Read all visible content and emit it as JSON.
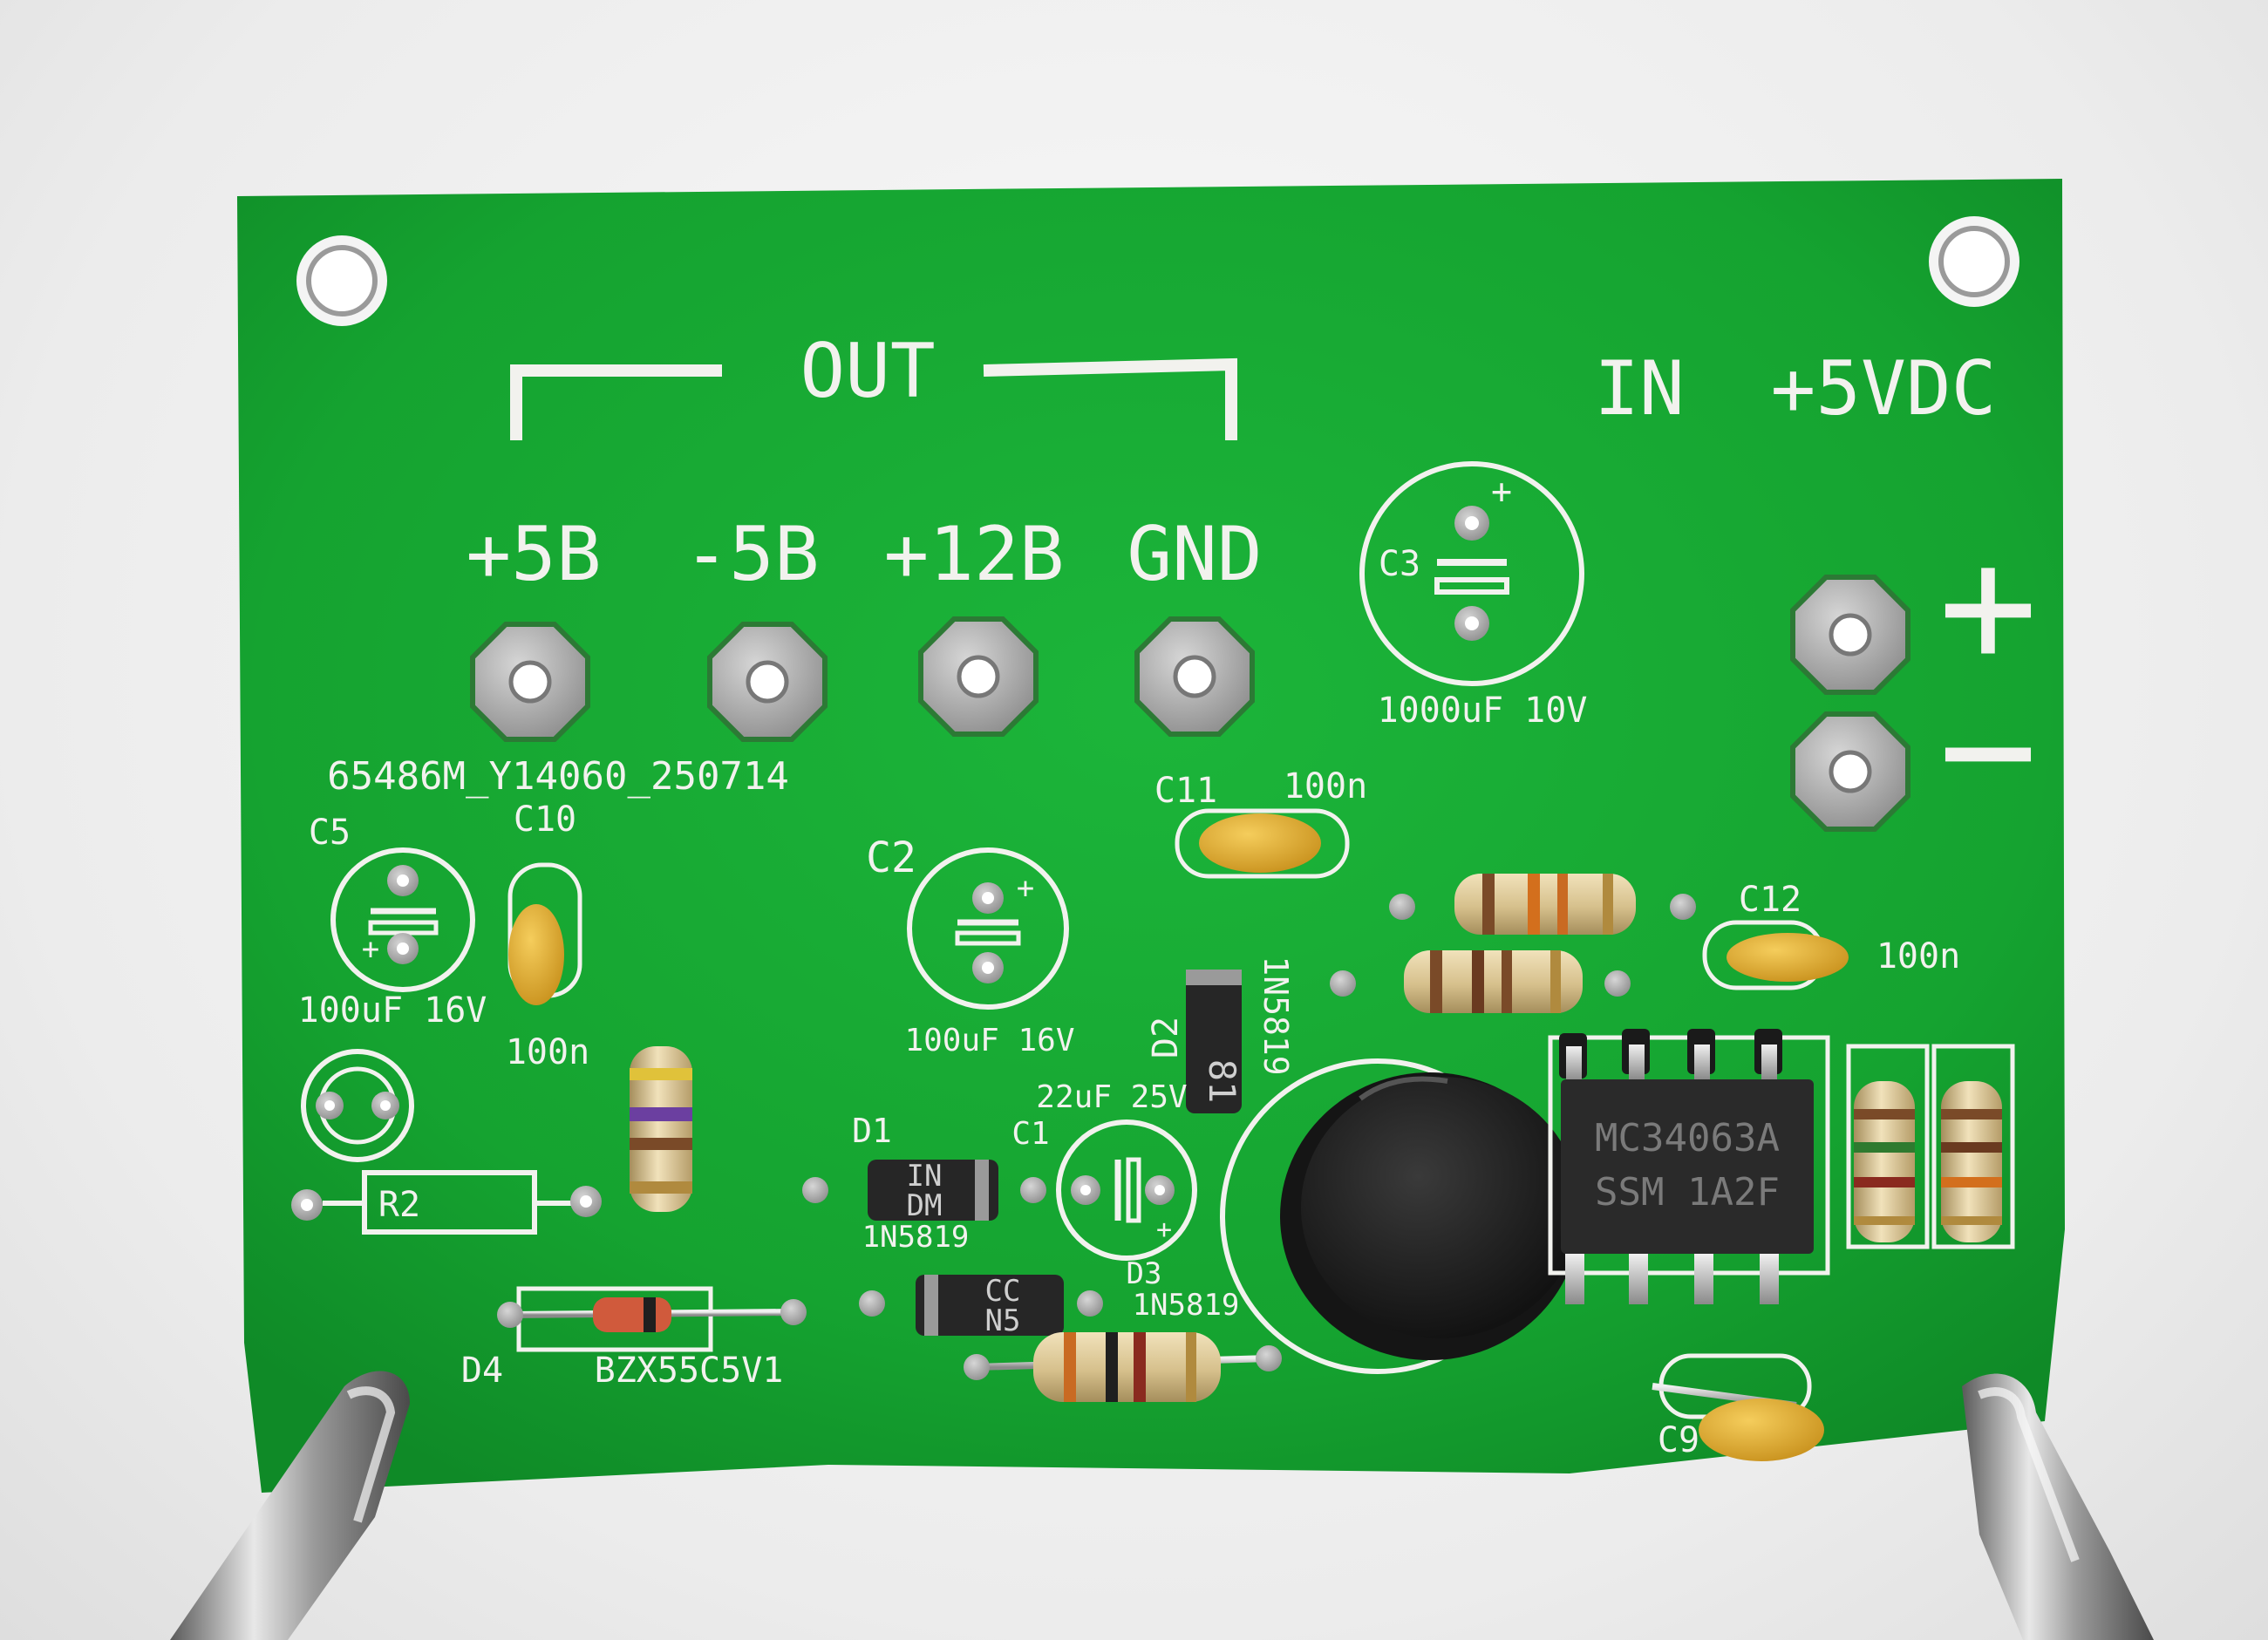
{
  "board": {
    "out_label": "OUT",
    "in_label": "IN",
    "in_voltage": "+5VDC",
    "outputs": [
      "+5B",
      "-5B",
      "+12B",
      "GND"
    ],
    "board_id": "65486M_Y14060_250714",
    "plus_sign": "+",
    "minus_sign": "−"
  },
  "components": {
    "c3": {
      "ref": "C3",
      "value": "1000uF 10V",
      "polarity": "+"
    },
    "c5": {
      "ref": "C5",
      "value": "100uF 16V",
      "polarity": "+"
    },
    "c10": {
      "ref": "C10",
      "value": "100n"
    },
    "c2": {
      "ref": "C2",
      "value": "100uF 16V",
      "polarity": "+"
    },
    "c11": {
      "ref": "C11",
      "value": "100n"
    },
    "c12": {
      "ref": "C12",
      "value": "100n"
    },
    "c1": {
      "ref": "C1",
      "value": "22uF 25V",
      "polarity": "+"
    },
    "c9": {
      "ref": "C9"
    },
    "r2": {
      "ref": "R2"
    },
    "d1": {
      "ref": "D1",
      "part": "1N5819"
    },
    "d2": {
      "ref": "D2",
      "part": "1N5819"
    },
    "d3": {
      "ref": "D3",
      "part": "1N5819"
    },
    "d4": {
      "ref": "D4",
      "part": "BZX55C5V1"
    },
    "ic": {
      "line1": "MC34063A",
      "line2": "SSM 1A2F"
    },
    "d1_body": [
      "IN",
      "DM"
    ],
    "d3_body": [
      "CC",
      "N5"
    ],
    "d2_body": "81"
  },
  "colors": {
    "pcb": "#17a833",
    "pcb_dark": "#0f8a27",
    "silkscreen": "#f2f2ee",
    "pad": "#b8b8b8",
    "ceramic_cap": "#e8b53a",
    "resistor_body": "#d9c79a",
    "ic_body": "#2b2b2b",
    "inductor": "#1d1d1d"
  }
}
